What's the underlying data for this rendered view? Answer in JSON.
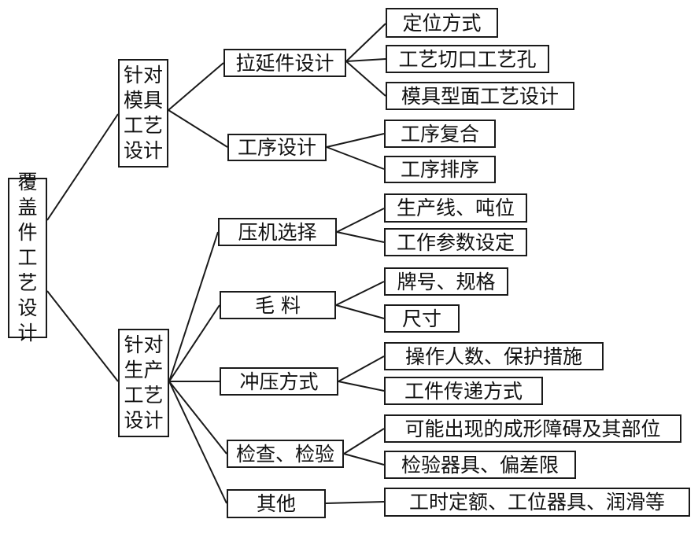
{
  "root": "覆盖件工艺设计",
  "branches": [
    {
      "label": "针对模具工艺设计",
      "children": [
        {
          "label": "拉延件设计",
          "leaves": [
            "定位方式",
            "工艺切口工艺孔",
            "模具型面工艺设计"
          ]
        },
        {
          "label": "工序设计",
          "leaves": [
            "工序复合",
            "工序排序"
          ]
        }
      ]
    },
    {
      "label": "针对生产工艺设计",
      "children": [
        {
          "label": "压机选择",
          "leaves": [
            "生产线、吨位",
            "工作参数设定"
          ]
        },
        {
          "label": "毛 料",
          "leaves": [
            "牌号、规格",
            "尺寸"
          ]
        },
        {
          "label": "冲压方式",
          "leaves": [
            "操作人数、保护措施",
            "工件传递方式"
          ]
        },
        {
          "label": "检查、检验",
          "leaves": [
            "可能出现的成形障碍及其部位",
            "检验器具、偏差限"
          ]
        },
        {
          "label": "其他",
          "leaves": [
            "工时定额、工位器具、润滑等"
          ]
        }
      ]
    }
  ]
}
